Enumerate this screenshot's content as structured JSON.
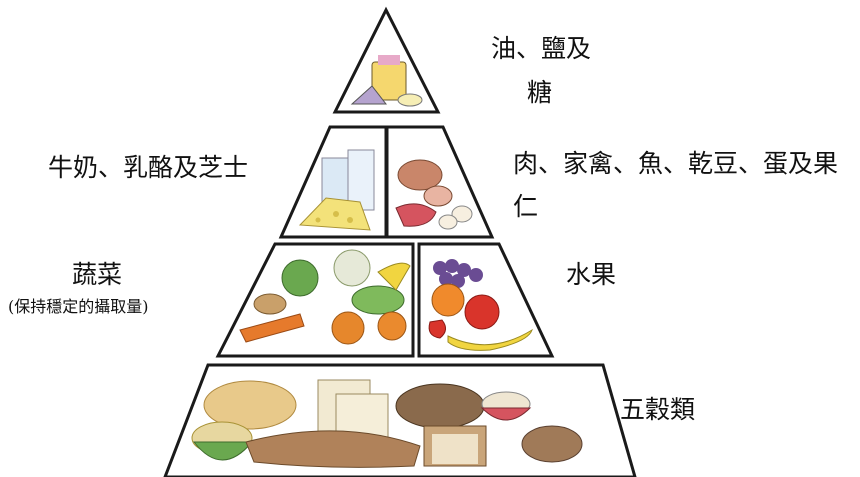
{
  "pyramid": {
    "tiers": [
      {
        "id": "top",
        "labels": [
          "油、鹽及",
          "糖"
        ]
      },
      {
        "id": "second-left",
        "labels": [
          "牛奶、乳酪及芝士"
        ]
      },
      {
        "id": "second-right",
        "labels": [
          "肉、家禽、魚、乾豆、蛋及果",
          "仁"
        ]
      },
      {
        "id": "third-left",
        "labels": [
          "蔬菜",
          "(保持穩定的攝取量)"
        ]
      },
      {
        "id": "third-right",
        "labels": [
          "水果"
        ]
      },
      {
        "id": "base",
        "labels": [
          "五穀類"
        ]
      }
    ]
  },
  "colors": {
    "outline": "#1a1a1a",
    "bread": "#b0825a",
    "noodle": "#e8c98a",
    "vegetable": "#6aa84f",
    "fruit_red": "#d9342b",
    "banana": "#f1d540",
    "grape": "#6a4c93",
    "meat": "#c9866a",
    "cheese": "#f3e27a",
    "milk": "#dbe9f5"
  }
}
